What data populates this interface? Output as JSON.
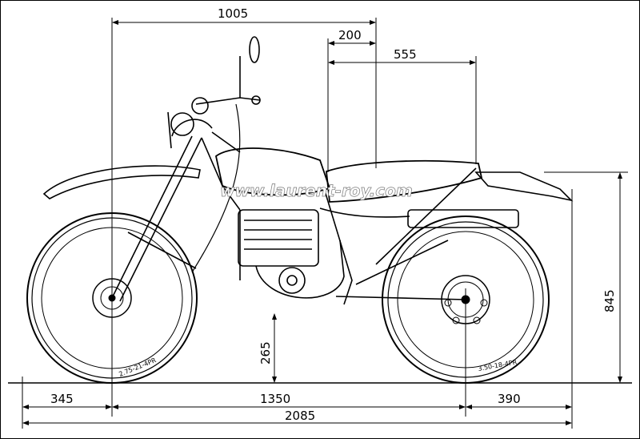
{
  "dimensions": {
    "top_1005": "1005",
    "top_200": "200",
    "top_555": "555",
    "left_345": "345",
    "mid_1350": "1350",
    "right_390": "390",
    "total_2085": "2085",
    "height_845": "845",
    "clearance_265": "265"
  },
  "tyres": {
    "front": "2.75-21-4PR",
    "rear": "3.50-18-4PR"
  },
  "watermark": "www.laurent-roy.com"
}
